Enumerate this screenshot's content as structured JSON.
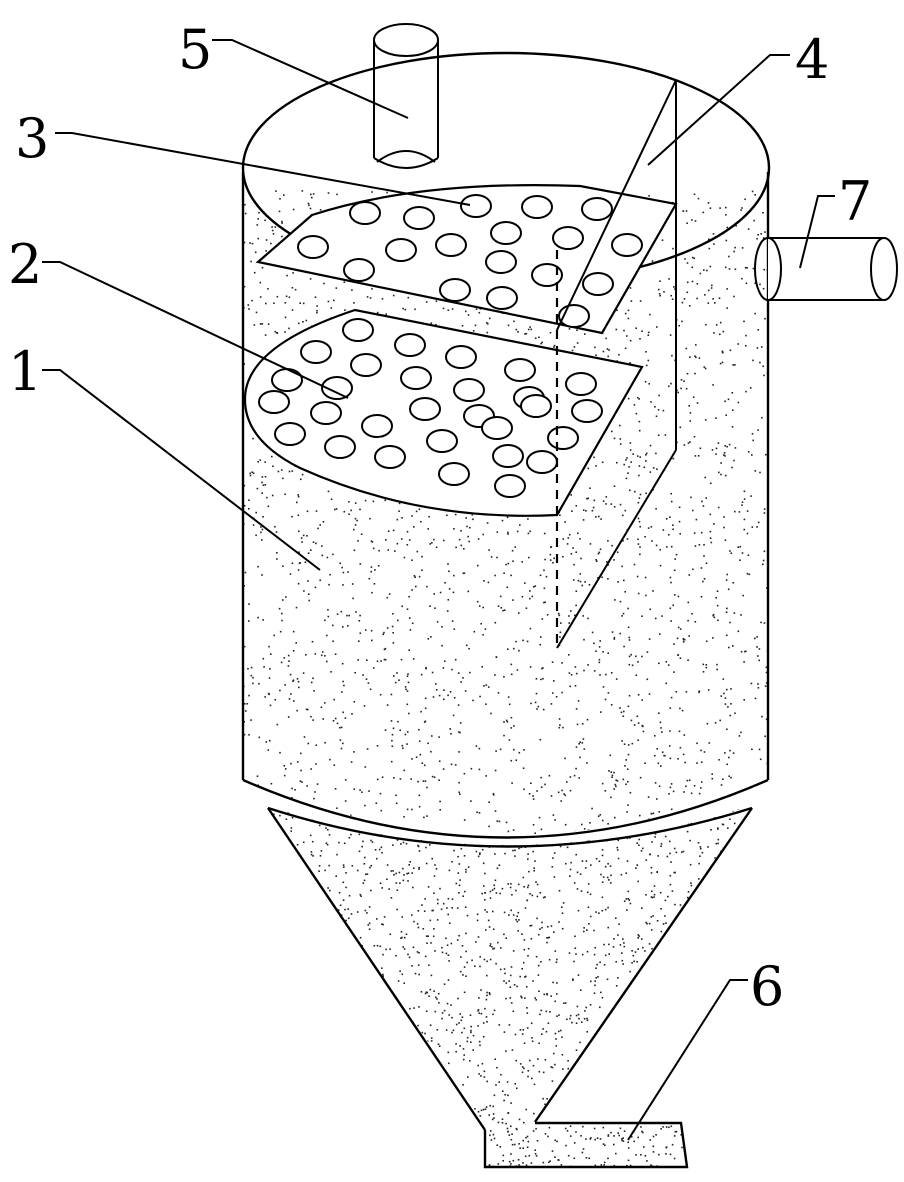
{
  "labels": {
    "l1": "1",
    "l2": "2",
    "l3": "3",
    "l4": "4",
    "l5": "5",
    "l6": "6",
    "l7": "7"
  },
  "colors": {
    "stroke": "#000000",
    "background": "#ffffff",
    "speckle": "#222222"
  }
}
